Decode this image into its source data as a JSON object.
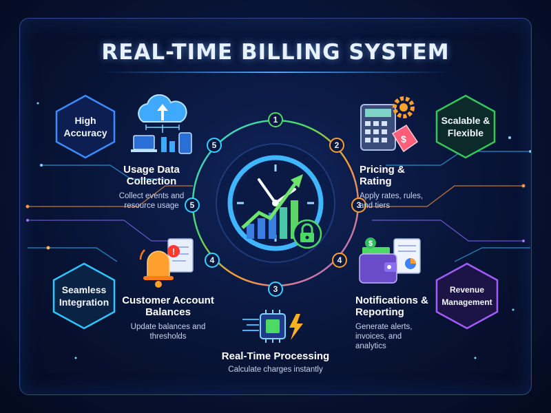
{
  "title": "REAL-TIME BILLING SYSTEM",
  "hexagons": {
    "top_left": "High Accuracy",
    "top_right": "Scalable & Flexible",
    "bottom_left": "Seamless Integration",
    "bottom_right": "Revenue Management"
  },
  "steps": {
    "usage": {
      "title": "Usage Data Collection",
      "desc": "Collect events and resource usage"
    },
    "pricing": {
      "title": "Pricing & Rating",
      "desc": "Apply rates, rules, and tiers"
    },
    "processing": {
      "title": "Real-Time Processing",
      "desc": "Calculate charges instantly"
    },
    "balances": {
      "title": "Customer Account Balances",
      "desc": "Update balances and thresholds"
    },
    "notifications": {
      "title": "Notifications & Reporting",
      "desc": "Generate alerts, invoices, and analytics"
    }
  },
  "cycle_numbers": [
    "1",
    "2",
    "3",
    "3",
    "4",
    "4",
    "5",
    "5"
  ],
  "icon_labels": {
    "price_tag_symbol": "$",
    "wallet_symbol": "$",
    "alert_symbol": "!"
  },
  "colors": {
    "cyan": "#32d3ff",
    "green": "#4cd964",
    "orange": "#ff9f2e",
    "purple": "#a35cff",
    "blue": "#3b82f6"
  },
  "icons": [
    "cloud-upload-icon",
    "calculator-gear-icon",
    "stopwatch-growth-icon",
    "lock-icon",
    "processor-chip-icon",
    "bell-alert-icon",
    "wallet-report-icon"
  ]
}
